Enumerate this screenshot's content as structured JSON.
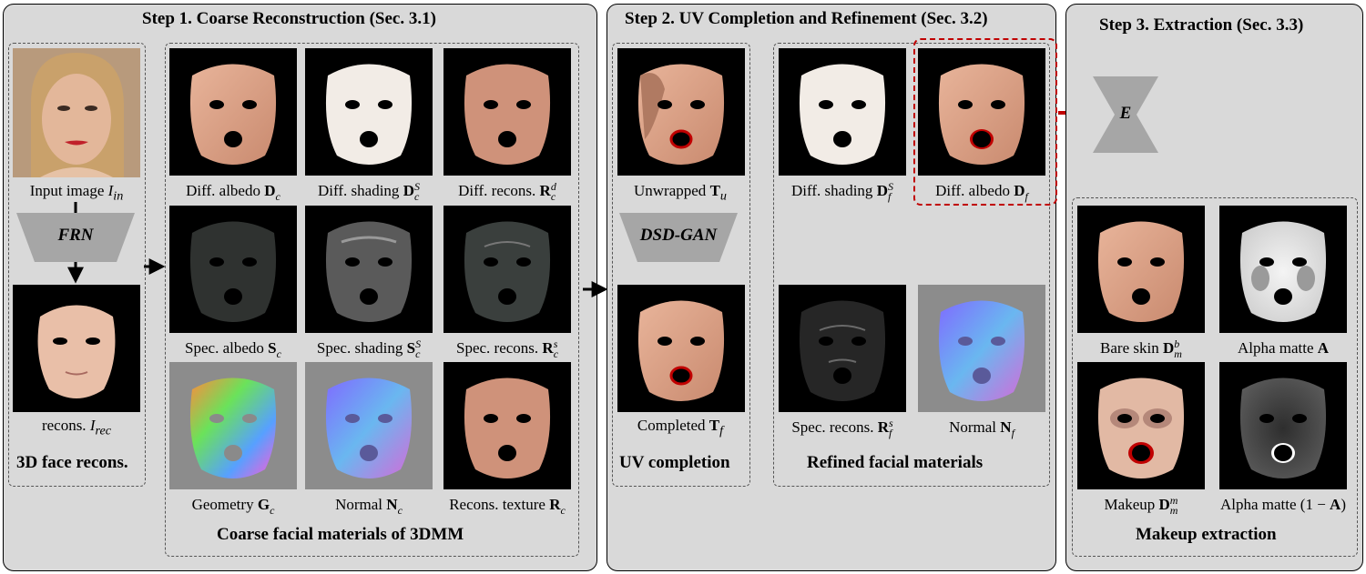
{
  "colors": {
    "panel_bg": "#d9d9d9",
    "arrow_red": "#c00000",
    "net_gray": "#a6a6a6"
  },
  "panel1": {
    "title": "Step 1. Coarse Reconstruction (Sec. 3.1)",
    "recon_group": {
      "input_caption": "Input image ",
      "input_sym": "I",
      "input_sub": "in",
      "net_label": "FRN",
      "recons_caption": "recons. ",
      "recons_sym": "I",
      "recons_sub": "rec",
      "title": "3D face recons."
    },
    "coarse_group": {
      "title": "Coarse facial materials of 3DMM",
      "tiles": [
        {
          "text": "Diff. albedo ",
          "sym": "D",
          "sub": "c",
          "sup": ""
        },
        {
          "text": "Diff. shading ",
          "sym": "D",
          "sub": "c",
          "sup": "S"
        },
        {
          "text": "Diff. recons. ",
          "sym": "R",
          "sub": "c",
          "sup": "d"
        },
        {
          "text": "Spec. albedo ",
          "sym": "S",
          "sub": "c",
          "sup": ""
        },
        {
          "text": "Spec. shading ",
          "sym": "S",
          "sub": "c",
          "sup": "S"
        },
        {
          "text": "Spec. recons. ",
          "sym": "R",
          "sub": "c",
          "sup": "s"
        },
        {
          "text": "Geometry ",
          "sym": "G",
          "sub": "c",
          "sup": ""
        },
        {
          "text": "Normal ",
          "sym": "N",
          "sub": "c",
          "sup": ""
        },
        {
          "text": "Recons. texture ",
          "sym": "R",
          "sub": "c",
          "sup": ""
        }
      ]
    }
  },
  "panel2": {
    "title": "Step 2. UV Completion and Refinement (Sec. 3.2)",
    "uv_group": {
      "unwrapped_caption": "Unwrapped ",
      "unwrapped_sym": "T",
      "unwrapped_sub": "u",
      "net_label": "DSD-GAN",
      "completed_caption": "Completed ",
      "completed_sym": "T",
      "completed_sub": "f",
      "title": "UV completion"
    },
    "refined_group": {
      "title": "Refined facial materials",
      "tiles": [
        {
          "text": "Diff. shading ",
          "sym": "D",
          "sub": "f",
          "sup": "S"
        },
        {
          "text": "Diff. albedo ",
          "sym": "D",
          "sub": "f",
          "sup": ""
        },
        {
          "text": "Spec. recons. ",
          "sym": "R",
          "sub": "f",
          "sup": "s"
        },
        {
          "text": "Normal ",
          "sym": "N",
          "sub": "f",
          "sup": ""
        }
      ]
    }
  },
  "panel3": {
    "title": "Step 3. Extraction (Sec. 3.3)",
    "net_label": "E",
    "makeup_group": {
      "title": "Makeup extraction",
      "tiles": [
        {
          "text": "Bare skin ",
          "sym": "D",
          "sub": "m",
          "sup": "b"
        },
        {
          "text": "Alpha matte ",
          "sym": "A",
          "sub": "",
          "sup": ""
        },
        {
          "text": "Makeup ",
          "sym": "D",
          "sub": "m",
          "sup": "m"
        },
        {
          "text": "Alpha matte (1 − ",
          "sym": "A",
          "sub": "",
          "sup": "",
          "tail": ")"
        }
      ]
    }
  }
}
